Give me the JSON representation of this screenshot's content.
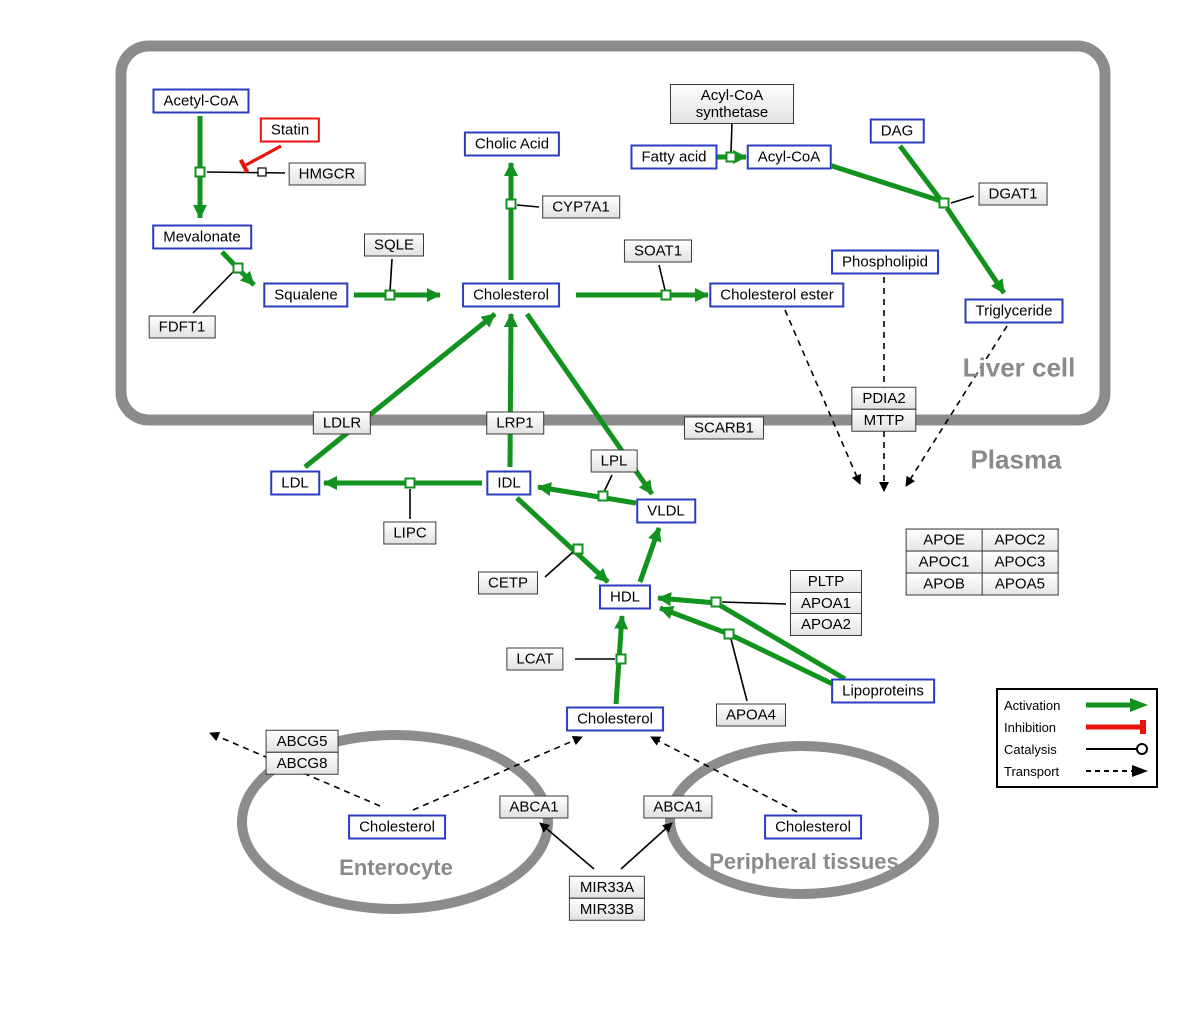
{
  "regions": {
    "liver_cell": "Liver cell",
    "plasma": "Plasma",
    "enterocyte": "Enterocyte",
    "peripheral_tissues": "Peripheral tissues"
  },
  "nodes": {
    "acetyl_coa": "Acetyl-CoA",
    "statin": "Statin",
    "hmgcr": "HMGCR",
    "mevalonate": "Mevalonate",
    "fdft1": "FDFT1",
    "squalene": "Squalene",
    "sqle": "SQLE",
    "cholesterol_liver": "Cholesterol",
    "cholic_acid": "Cholic Acid",
    "cyp7a1": "CYP7A1",
    "soat1": "SOAT1",
    "cholesterol_ester": "Cholesterol ester",
    "acyl_coa_synthetase": "Acyl-CoA synthetase",
    "fatty_acid": "Fatty acid",
    "acyl_coa": "Acyl-CoA",
    "dag": "DAG",
    "dgat1": "DGAT1",
    "phospholipid": "Phospholipid",
    "triglyceride": "Triglyceride",
    "pdia2": "PDIA2",
    "mttp": "MTTP",
    "ldlr": "LDLR",
    "lrp1": "LRP1",
    "scarb1": "SCARB1",
    "ldl": "LDL",
    "idl": "IDL",
    "vldl": "VLDL",
    "hdl": "HDL",
    "lpl": "LPL",
    "lipc": "LIPC",
    "cetp": "CETP",
    "lcat": "LCAT",
    "pltp": "PLTP",
    "apoa1": "APOA1",
    "apoa2": "APOA2",
    "apoa4": "APOA4",
    "lipoproteins": "Lipoproteins",
    "cholesterol_plasma": "Cholesterol",
    "abcg5": "ABCG5",
    "abcg8": "ABCG8",
    "cholesterol_enterocyte": "Cholesterol",
    "abca1_enterocyte": "ABCA1",
    "abca1_peripheral": "ABCA1",
    "cholesterol_peripheral": "Cholesterol",
    "mir33a": "MIR33A",
    "mir33b": "MIR33B"
  },
  "apo_table": [
    [
      "APOE",
      "APOC2"
    ],
    [
      "APOC1",
      "APOC3"
    ],
    [
      "APOB",
      "APOA5"
    ]
  ],
  "legend": {
    "activation": "Activation",
    "inhibition": "Inhibition",
    "catalysis": "Catalysis",
    "transport": "Transport"
  },
  "colors": {
    "activation_green": "#12921E",
    "inhibition_red": "#E8140C",
    "metabolite_blue": "#2A3DC0",
    "membrane_gray": "#8C8C8C"
  }
}
